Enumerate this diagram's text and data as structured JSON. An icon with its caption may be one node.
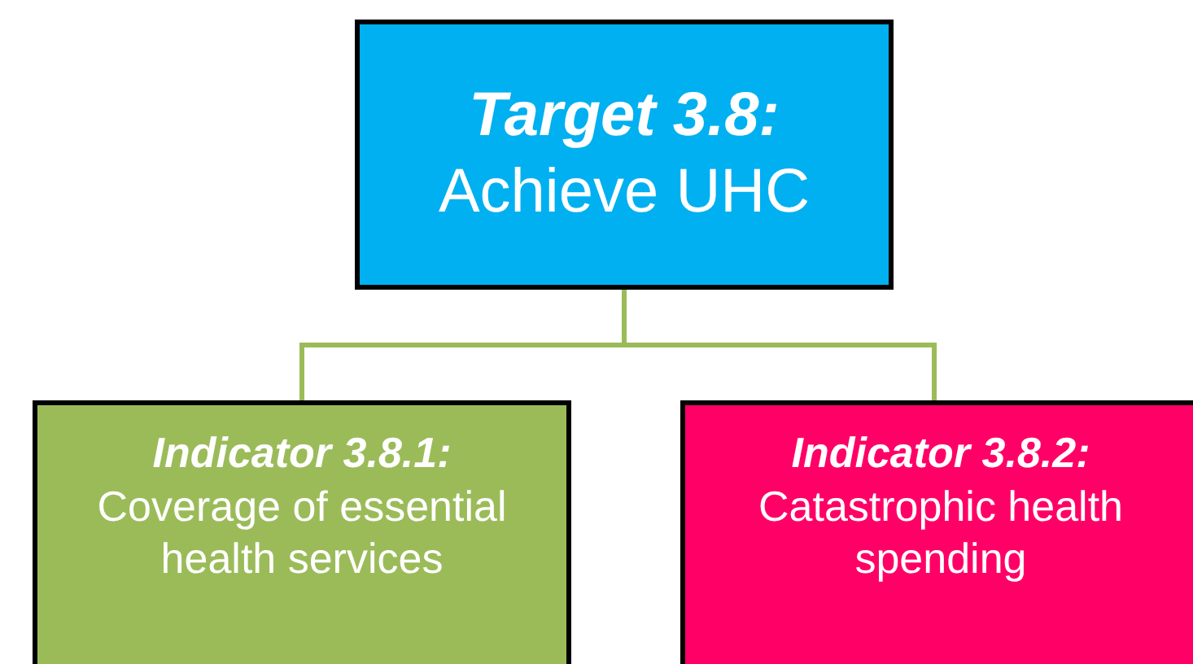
{
  "diagram": {
    "nodes": [
      {
        "text": [
          "Target 3.8:",
          "Achieve UHC"
        ]
      },
      {
        "text": [
          "Indicator 3.8.1:",
          "Coverage of essential health services"
        ]
      },
      {
        "text": [
          "Indicator 3.8.2:",
          "Catastrophic health spending"
        ]
      }
    ],
    "edges": [
      {
        "from": 0,
        "to": 1,
        "arrow": "none",
        "color": "#9bbb59"
      },
      {
        "from": 0,
        "to": 2,
        "arrow": "none",
        "color": "#9bbb59"
      }
    ]
  }
}
